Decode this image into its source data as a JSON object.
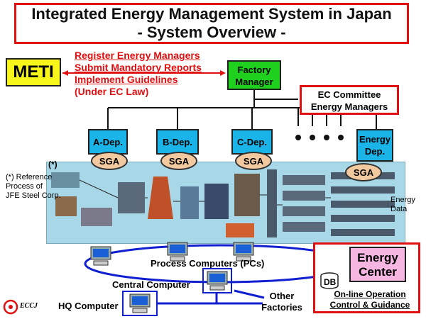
{
  "title": {
    "line1": "Integrated Energy Management System in Japan",
    "line2": "- System Overview -"
  },
  "meti": {
    "label": "METI"
  },
  "regulations": {
    "items": [
      "Register Energy Managers",
      "Submit Mandatory Reports",
      "Implement Guidelines"
    ],
    "note": "(Under EC Law)"
  },
  "factory_manager": {
    "line1": "Factory",
    "line2": "Manager"
  },
  "ec_committee": {
    "line1": "EC Committee",
    "line2": "Energy Managers"
  },
  "departments": [
    {
      "label": "A-Dep.",
      "sga": "SGA"
    },
    {
      "label": "B-Dep.",
      "sga": "SGA"
    },
    {
      "label": "C-Dep.",
      "sga": "SGA"
    }
  ],
  "energy_dep": {
    "line1": "Energy",
    "line2": "Dep.",
    "sga": "SGA"
  },
  "reference": {
    "marker": "(*)",
    "line1": "(*) Reference",
    "line2": "Process of",
    "line3": "JFE Steel Corp."
  },
  "energy_data": {
    "line1": "Energy",
    "line2": "Data"
  },
  "process_computers": "Process Computers (PCs)",
  "central_computer": "Central Computer",
  "hq_computer": "HQ Computer",
  "other_factories": {
    "line1": "Other",
    "line2": "Factories"
  },
  "energy_center": {
    "line1": "Energy",
    "line2": "Center"
  },
  "db": "DB",
  "online_control": {
    "line1": "On-line Operation",
    "line2": "Control & Guidance"
  },
  "logo": "ECCJ",
  "colors": {
    "red": "#e01010",
    "blue": "#1020d0",
    "dept": "#1ab4e8",
    "green": "#1fd01f",
    "yellow": "#f6f61a",
    "pink": "#f6b6e2"
  }
}
